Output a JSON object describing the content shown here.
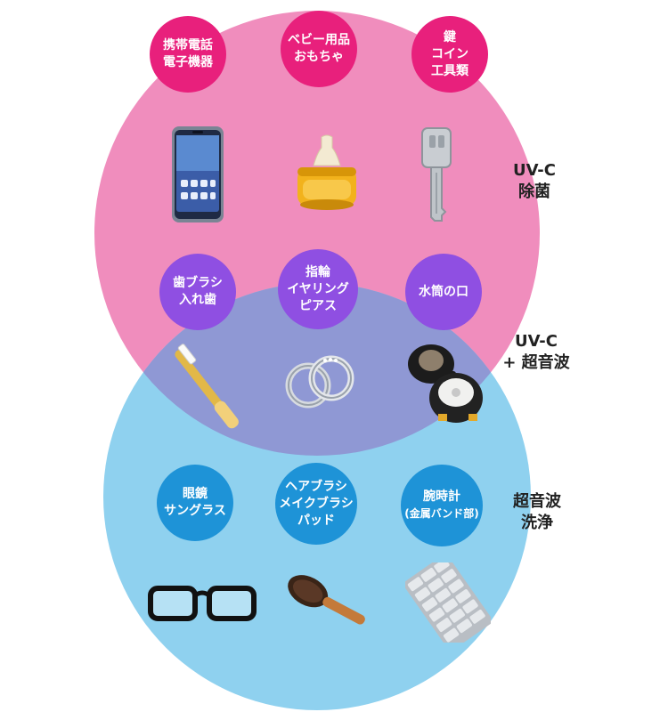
{
  "colors": {
    "uvc_zone": "#f08dbd",
    "ultrasonic_zone": "#8fd1ef",
    "overlap_zone": "#8f98d4",
    "pink_badge": "#e8207c",
    "purple_badge": "#8f4fe2",
    "blue_badge": "#1e93d7"
  },
  "zones": {
    "uvc": {
      "line1": "UV-C",
      "line2": "除菌"
    },
    "both": {
      "line1": "UV-C",
      "line2": "+ 超音波"
    },
    "ultrasonic": {
      "line1": "超音波",
      "line2": "洗浄"
    }
  },
  "uvc_badges": [
    {
      "line1": "携帯電話",
      "line2": "電子機器"
    },
    {
      "line1": "ベビー用品",
      "line2": "おもちゃ"
    },
    {
      "line1": "鍵",
      "line2": "コイン",
      "line3": "工具類"
    }
  ],
  "both_badges": [
    {
      "line1": "歯ブラシ",
      "line2": "入れ歯"
    },
    {
      "line1": "指輪",
      "line2": "イヤリング",
      "line3": "ピアス"
    },
    {
      "line1": "水筒の口"
    }
  ],
  "ultrasonic_badges": [
    {
      "line1": "眼鏡",
      "line2": "サングラス"
    },
    {
      "line1": "ヘアブラシ",
      "line2": "メイクブラシ",
      "line3": "パッド"
    },
    {
      "line1": "腕時計",
      "line2": "(金属バンド部)"
    }
  ],
  "icons": {
    "phone": "smartphone-icon",
    "bottle": "baby-bottle-icon",
    "key": "key-icon",
    "toothbrush": "toothbrush-icon",
    "rings": "rings-icon",
    "flask": "water-bottle-cap-icon",
    "glasses": "glasses-icon",
    "hairbrush": "hairbrush-icon",
    "watch": "watch-band-icon"
  }
}
